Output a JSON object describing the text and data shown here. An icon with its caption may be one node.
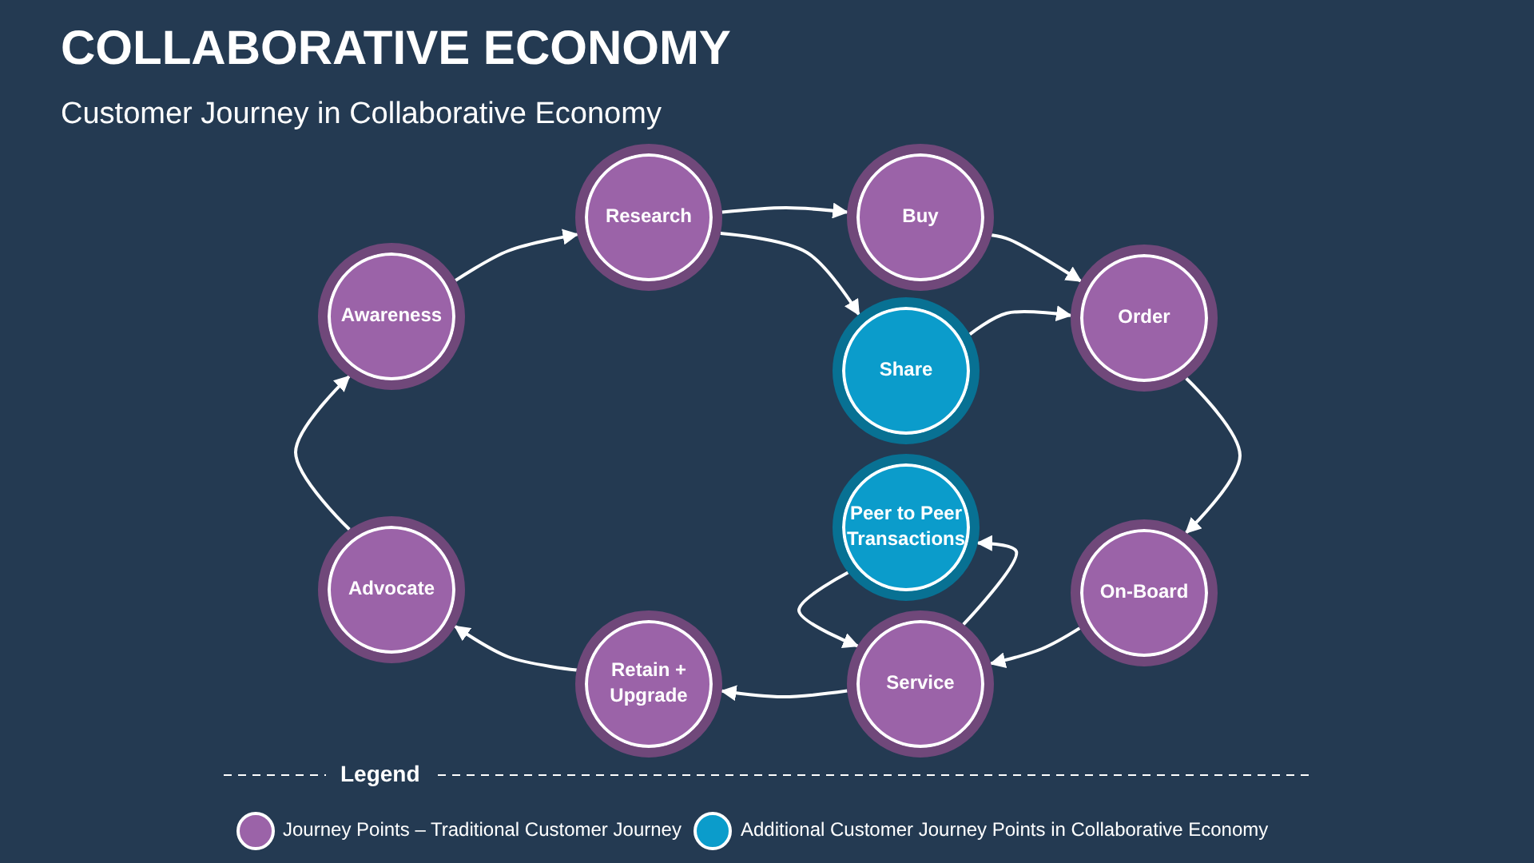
{
  "diagram": {
    "title": "COLLABORATIVE ECONOMY",
    "nodes": [
      {
        "text": [
          "Research"
        ]
      },
      {
        "text": [
          "Buy"
        ]
      },
      {
        "text": [
          "Order"
        ]
      },
      {
        "text": [
          "Share"
        ]
      },
      {
        "text": [
          "Peer to Peer Transactions"
        ]
      },
      {
        "text": [
          "On-Board"
        ]
      },
      {
        "text": [
          "Service"
        ]
      },
      {
        "text": [
          "Retain + Upgrade"
        ]
      },
      {
        "text": [
          "Advocate"
        ]
      },
      {
        "text": [
          "Awareness"
        ]
      }
    ],
    "edges": [
      {
        "from": 0,
        "to": 1,
        "arrow": "to"
      },
      {
        "from": 0,
        "to": 3,
        "arrow": "to"
      },
      {
        "from": 1,
        "to": 2,
        "arrow": "to"
      },
      {
        "from": 3,
        "to": 2,
        "arrow": "to"
      },
      {
        "from": 2,
        "to": 5,
        "arrow": "to"
      },
      {
        "from": 5,
        "to": 6,
        "arrow": "to"
      },
      {
        "from": 6,
        "to": 4,
        "arrow": "to"
      },
      {
        "from": 4,
        "to": 6,
        "arrow": "to"
      },
      {
        "from": 6,
        "to": 7,
        "arrow": "to"
      },
      {
        "from": 7,
        "to": 8,
        "arrow": "to"
      },
      {
        "from": 8,
        "to": 9,
        "arrow": "to"
      },
      {
        "from": 9,
        "to": 0,
        "arrow": "to"
      }
    ],
    "labels": [
      "Customer Journey in Collaborative Economy",
      "Legend"
    ],
    "legend": [
      {
        "text": "Journey Points – Traditional Customer Journey",
        "color": "#9b63a8"
      },
      {
        "text": "Additional Customer Journey Points in Collaborative Economy",
        "color": "#0b9ccb"
      }
    ]
  }
}
